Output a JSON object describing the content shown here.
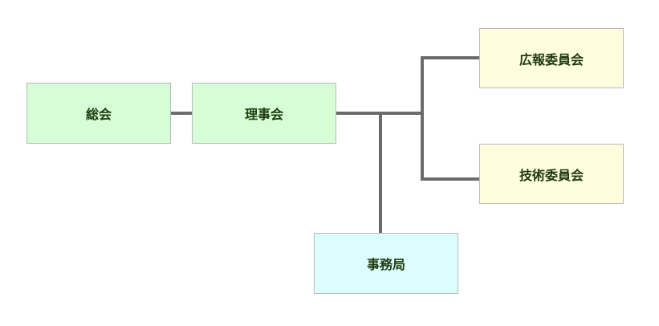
{
  "nodes": {
    "soukai": "総会",
    "rijikai": "理事会",
    "kouhou": "広報委員会",
    "gijutsu": "技術委員会",
    "jimukyoku": "事務局"
  },
  "colors": {
    "connector": "#6b6b6b",
    "green_fill": "#d6fdd5",
    "yellow_fill": "#fefddd",
    "cyan_fill": "#dcfefe",
    "border": "#b9b9b9",
    "text": "#1f3b0f"
  }
}
